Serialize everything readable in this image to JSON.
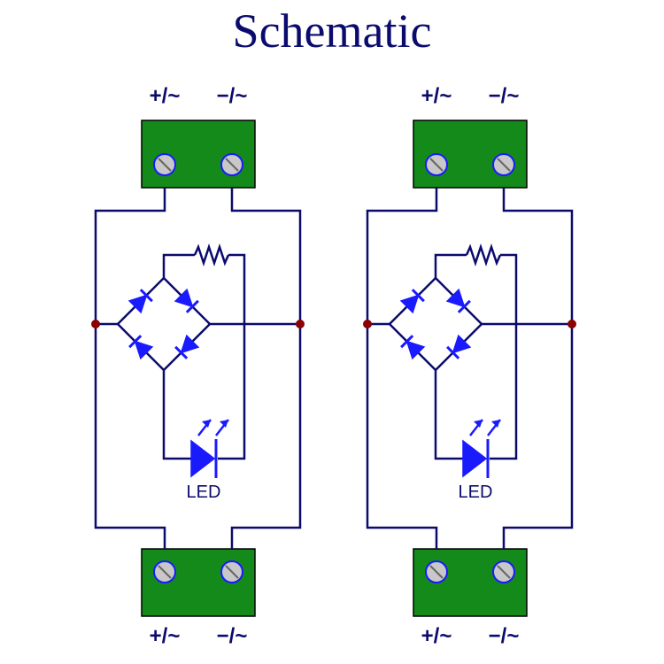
{
  "title": "Schematic",
  "colors": {
    "wire": "#0b0b6e",
    "component": "#1a1aff",
    "terminal_block": "#138a1a",
    "junction": "#8b0000"
  },
  "circuits": [
    {
      "top_labels": [
        "+/~",
        "−/~"
      ],
      "bottom_labels": [
        "+/~",
        "−/~"
      ],
      "led_label": "LED"
    },
    {
      "top_labels": [
        "+/~",
        "−/~"
      ],
      "bottom_labels": [
        "+/~",
        "−/~"
      ],
      "led_label": "LED"
    }
  ]
}
